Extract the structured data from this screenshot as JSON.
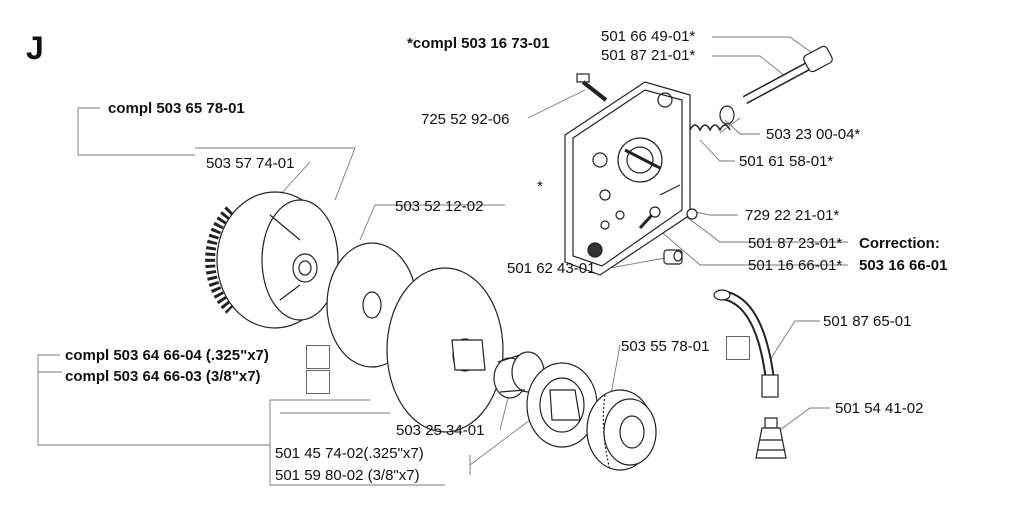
{
  "section_letter": "J",
  "labels": {
    "compl_503_16_73_01": "*compl 503 16 73-01",
    "p501_66_49_01": "501 66 49-01*",
    "p501_87_21_01": "501 87 21-01*",
    "p725_52_92_06": "725 52 92-06",
    "p503_23_00_04": "503 23 00-04*",
    "p501_61_58_01": "501 61 58-01*",
    "p729_22_21_01": "729 22 21-01*",
    "p501_87_23_01": "501 87 23-01*",
    "correction": "Correction:",
    "p501_16_66_01": "501 16 66-01*",
    "p503_16_66_01": "503 16 66-01",
    "p501_62_43_01": "501 62 43-01",
    "compl_503_65_78_01": "compl 503 65 78-01",
    "p503_57_74_01": "503 57 74-01",
    "p503_52_12_02": "503 52 12-02",
    "compl_503_64_66_04": "compl 503 64 66-04 (.325\"x7)",
    "compl_503_64_66_03": "compl 503 64 66-03 (3/8\"x7)",
    "p503_55_78_01": "503 55 78-01",
    "p501_87_65_01": "501 87 65-01",
    "p501_54_41_02": "501 54 41-02",
    "p503_25_34_01": "503 25 34-01",
    "p501_45_74_02": "501 45 74-02(.325\"x7)",
    "p501_59_80_02": "501 59 80-02 (3/8\"x7)",
    "asterisk_mark": "*"
  }
}
